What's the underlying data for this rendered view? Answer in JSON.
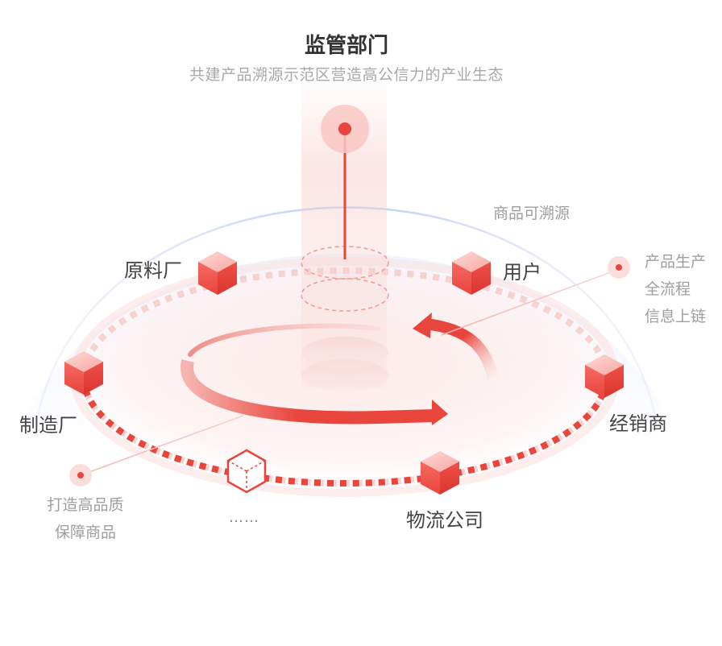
{
  "header": {
    "title": "监管部门",
    "subtitle": "共建产品溯源示范区营造高公信力的产业生态"
  },
  "nodes": {
    "raw_material": "原料厂",
    "user": "用户",
    "manufacturer": "制造厂",
    "distributor": "经销商",
    "logistics": "物流公司",
    "more": "……"
  },
  "annotations": {
    "traceable": "商品可溯源",
    "onchain": [
      "产品生产",
      "全流程",
      "信息上链"
    ],
    "quality": [
      "打造高品质",
      "保障商品"
    ]
  },
  "colors": {
    "accent": "#e8453c",
    "accent_light": "#f9c7c3",
    "dome_blue": "#c9d8f5",
    "text_dark": "#333333",
    "text_muted": "#a8a8a8"
  },
  "icons": {
    "node_cube": "cube-icon",
    "node_more": "hexagon-cube-icon",
    "regulator": "pin-icon"
  }
}
